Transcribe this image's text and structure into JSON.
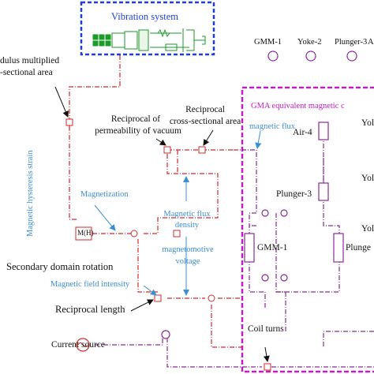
{
  "colors": {
    "blue_box": "#1f3fd6",
    "magenta_box": "#c41cc4",
    "red_line": "#d42a2a",
    "purple_line": "#8a2a9a",
    "green_block": "#1c9a2a",
    "light_blue_text": "#3b8fd4"
  },
  "groups": {
    "vibration_system": "Vibration system",
    "gma_circuit": "GMA equivalent magnetic c"
  },
  "legend_items": [
    "GMM-1",
    "Yoke-2",
    "Plunger-3"
  ],
  "legend_trailing": "A",
  "labels": {
    "modulus_line1": "dulus multiplied",
    "modulus_line2": "-sectional area",
    "magnetic_hysteresis_strain": "Magnetic hysteresis strain",
    "reciprocal_area_line1": "Reciprocal",
    "reciprocal_area_line2": "cross-sectional area",
    "reciprocal_perm_line1": "Reciprocal of",
    "reciprocal_perm_line2": "permeability of vacuum",
    "magnetic_flux": "magnetic flux",
    "magnetization": "Magnetization",
    "flux_density_line1": "Magnetic flux",
    "flux_density_line2": "density",
    "mmf_line1": "magnetomotive",
    "mmf_line2": "voltage",
    "field_intensity": "Magnetic field intensity",
    "secondary_domain": "Secondary domain rotation",
    "reciprocal_length": "Reciprocal length",
    "current_source": "Current source",
    "coil_turns": "Coil turns",
    "air_4": "Air-4",
    "plunger_3": "Plunger-3",
    "gmm_1": "GMM-1",
    "plunge_cut": "Plunge",
    "yok_1": "Yol",
    "yok_2": "Yol",
    "yok_3": "Yol",
    "sign_label": "M(H)"
  }
}
